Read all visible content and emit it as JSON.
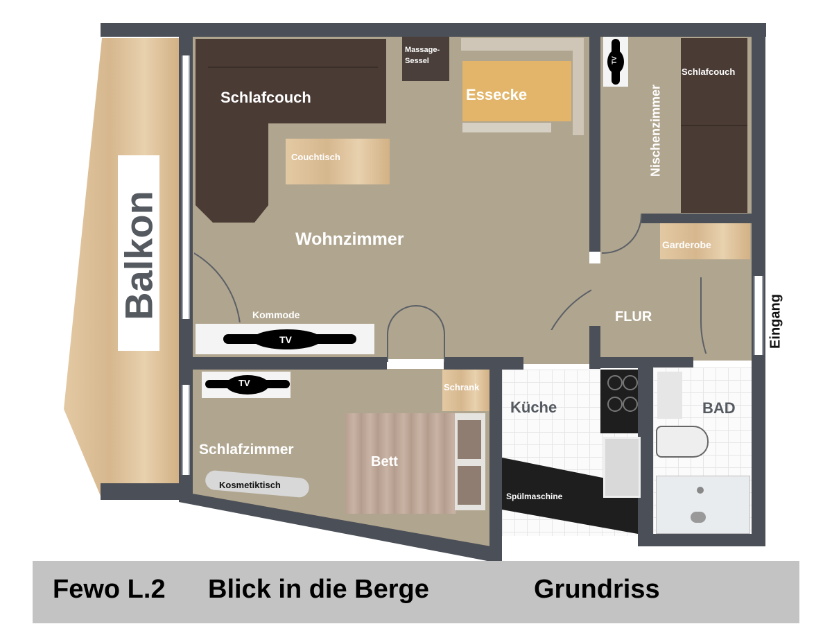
{
  "plan": {
    "rooms": {
      "balkon": "Balkon",
      "wohnzimmer": "Wohnzimmer",
      "nischenzimmer": "Nischenzimmer",
      "flur": "FLUR",
      "schlafzimmer": "Schlafzimmer",
      "kueche": "Küche",
      "bad": "BAD",
      "eingang": "Eingang"
    },
    "furniture": {
      "schlafcouch_living": "Schlafcouch",
      "couchtisch": "Couchtisch",
      "massage_line1": "Massage-",
      "massage_line2": "Sessel",
      "essecke": "Essecke",
      "schlafcouch_niche": "Schlafcouch",
      "garderobe": "Garderobe",
      "kommode": "Kommode",
      "tv_living": "TV",
      "tv_bedroom": "TV",
      "tv_niche": "TV",
      "schrank": "Schrank",
      "bett": "Bett",
      "kosmetiktisch": "Kosmetiktisch",
      "spuelmaschine": "Spülmaschine"
    },
    "colors": {
      "wall": "#4b4f57",
      "floor": "#b0a58f",
      "couch": "#4a3b35",
      "wood": "#d9bb92",
      "caption_bg": "#c3c3c3"
    }
  },
  "caption": {
    "unit": "Fewo L.2",
    "name": "Blick in die Berge",
    "type": "Grundriss"
  }
}
